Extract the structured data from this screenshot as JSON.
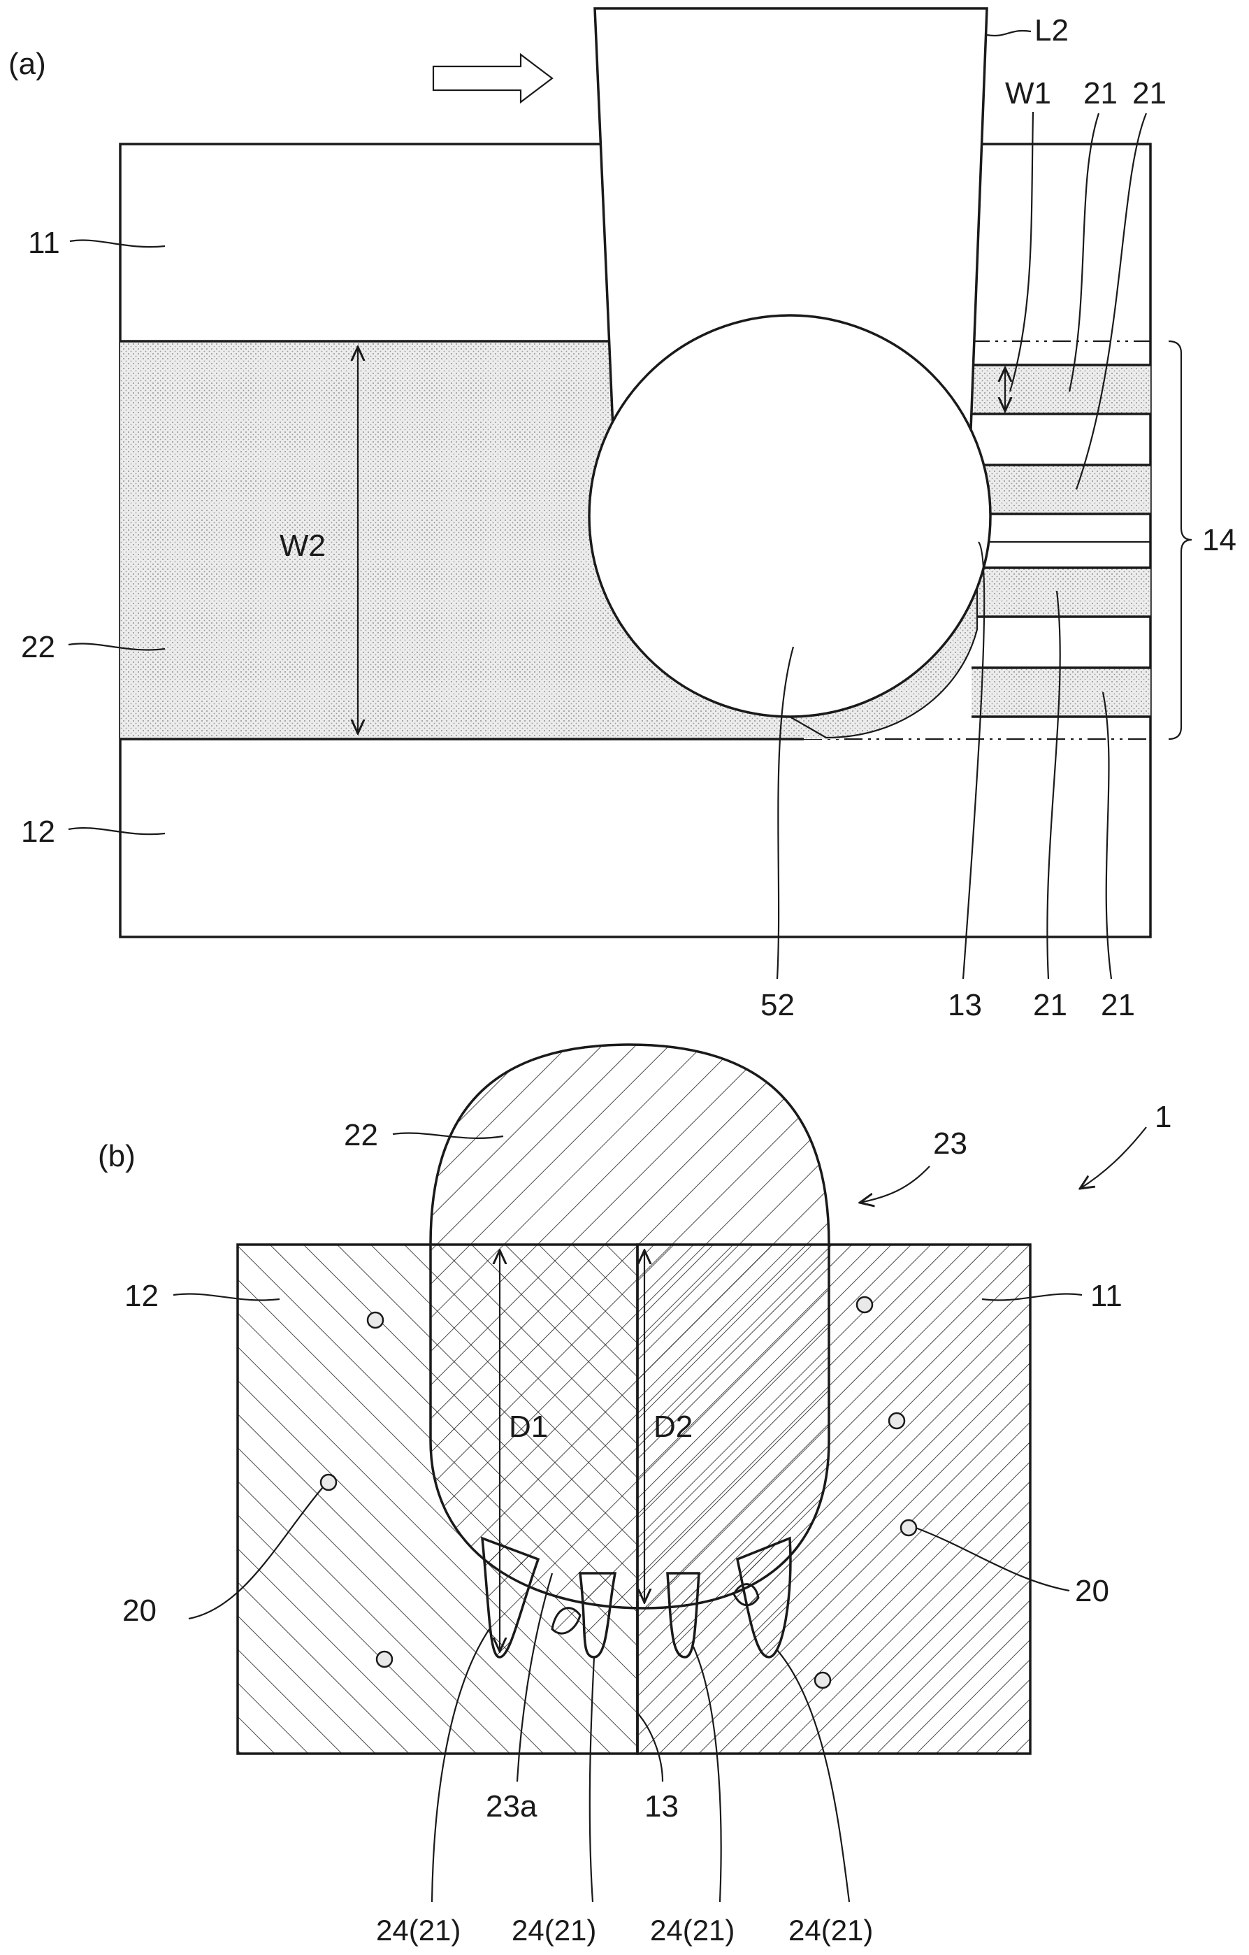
{
  "panels": {
    "a": {
      "tag": "(a)",
      "labels": {
        "beam": "L2",
        "w1": "W1",
        "w2": "W2",
        "member_upper": "11",
        "member_lower": "12",
        "bead": "22",
        "spot": "52",
        "gap": "13",
        "region": "14",
        "spatter_top_1": "21",
        "spatter_top_2": "21",
        "spatter_bottom_1": "21",
        "spatter_bottom_2": "21"
      }
    },
    "b": {
      "tag": "(b)",
      "labels": {
        "bead": "22",
        "joint": "23",
        "assembly": "1",
        "member_left": "12",
        "member_right": "11",
        "d1": "D1",
        "d2": "D2",
        "pore_left": "20",
        "pore_right": "20",
        "root": "23a",
        "gap": "13",
        "finger_1": "24(21)",
        "finger_2": "24(21)",
        "finger_3": "24(21)",
        "finger_4": "24(21)"
      }
    }
  },
  "colors": {
    "line": "#1a1a1a",
    "dot_fill": "#e9e9e9",
    "background": "#ffffff"
  }
}
